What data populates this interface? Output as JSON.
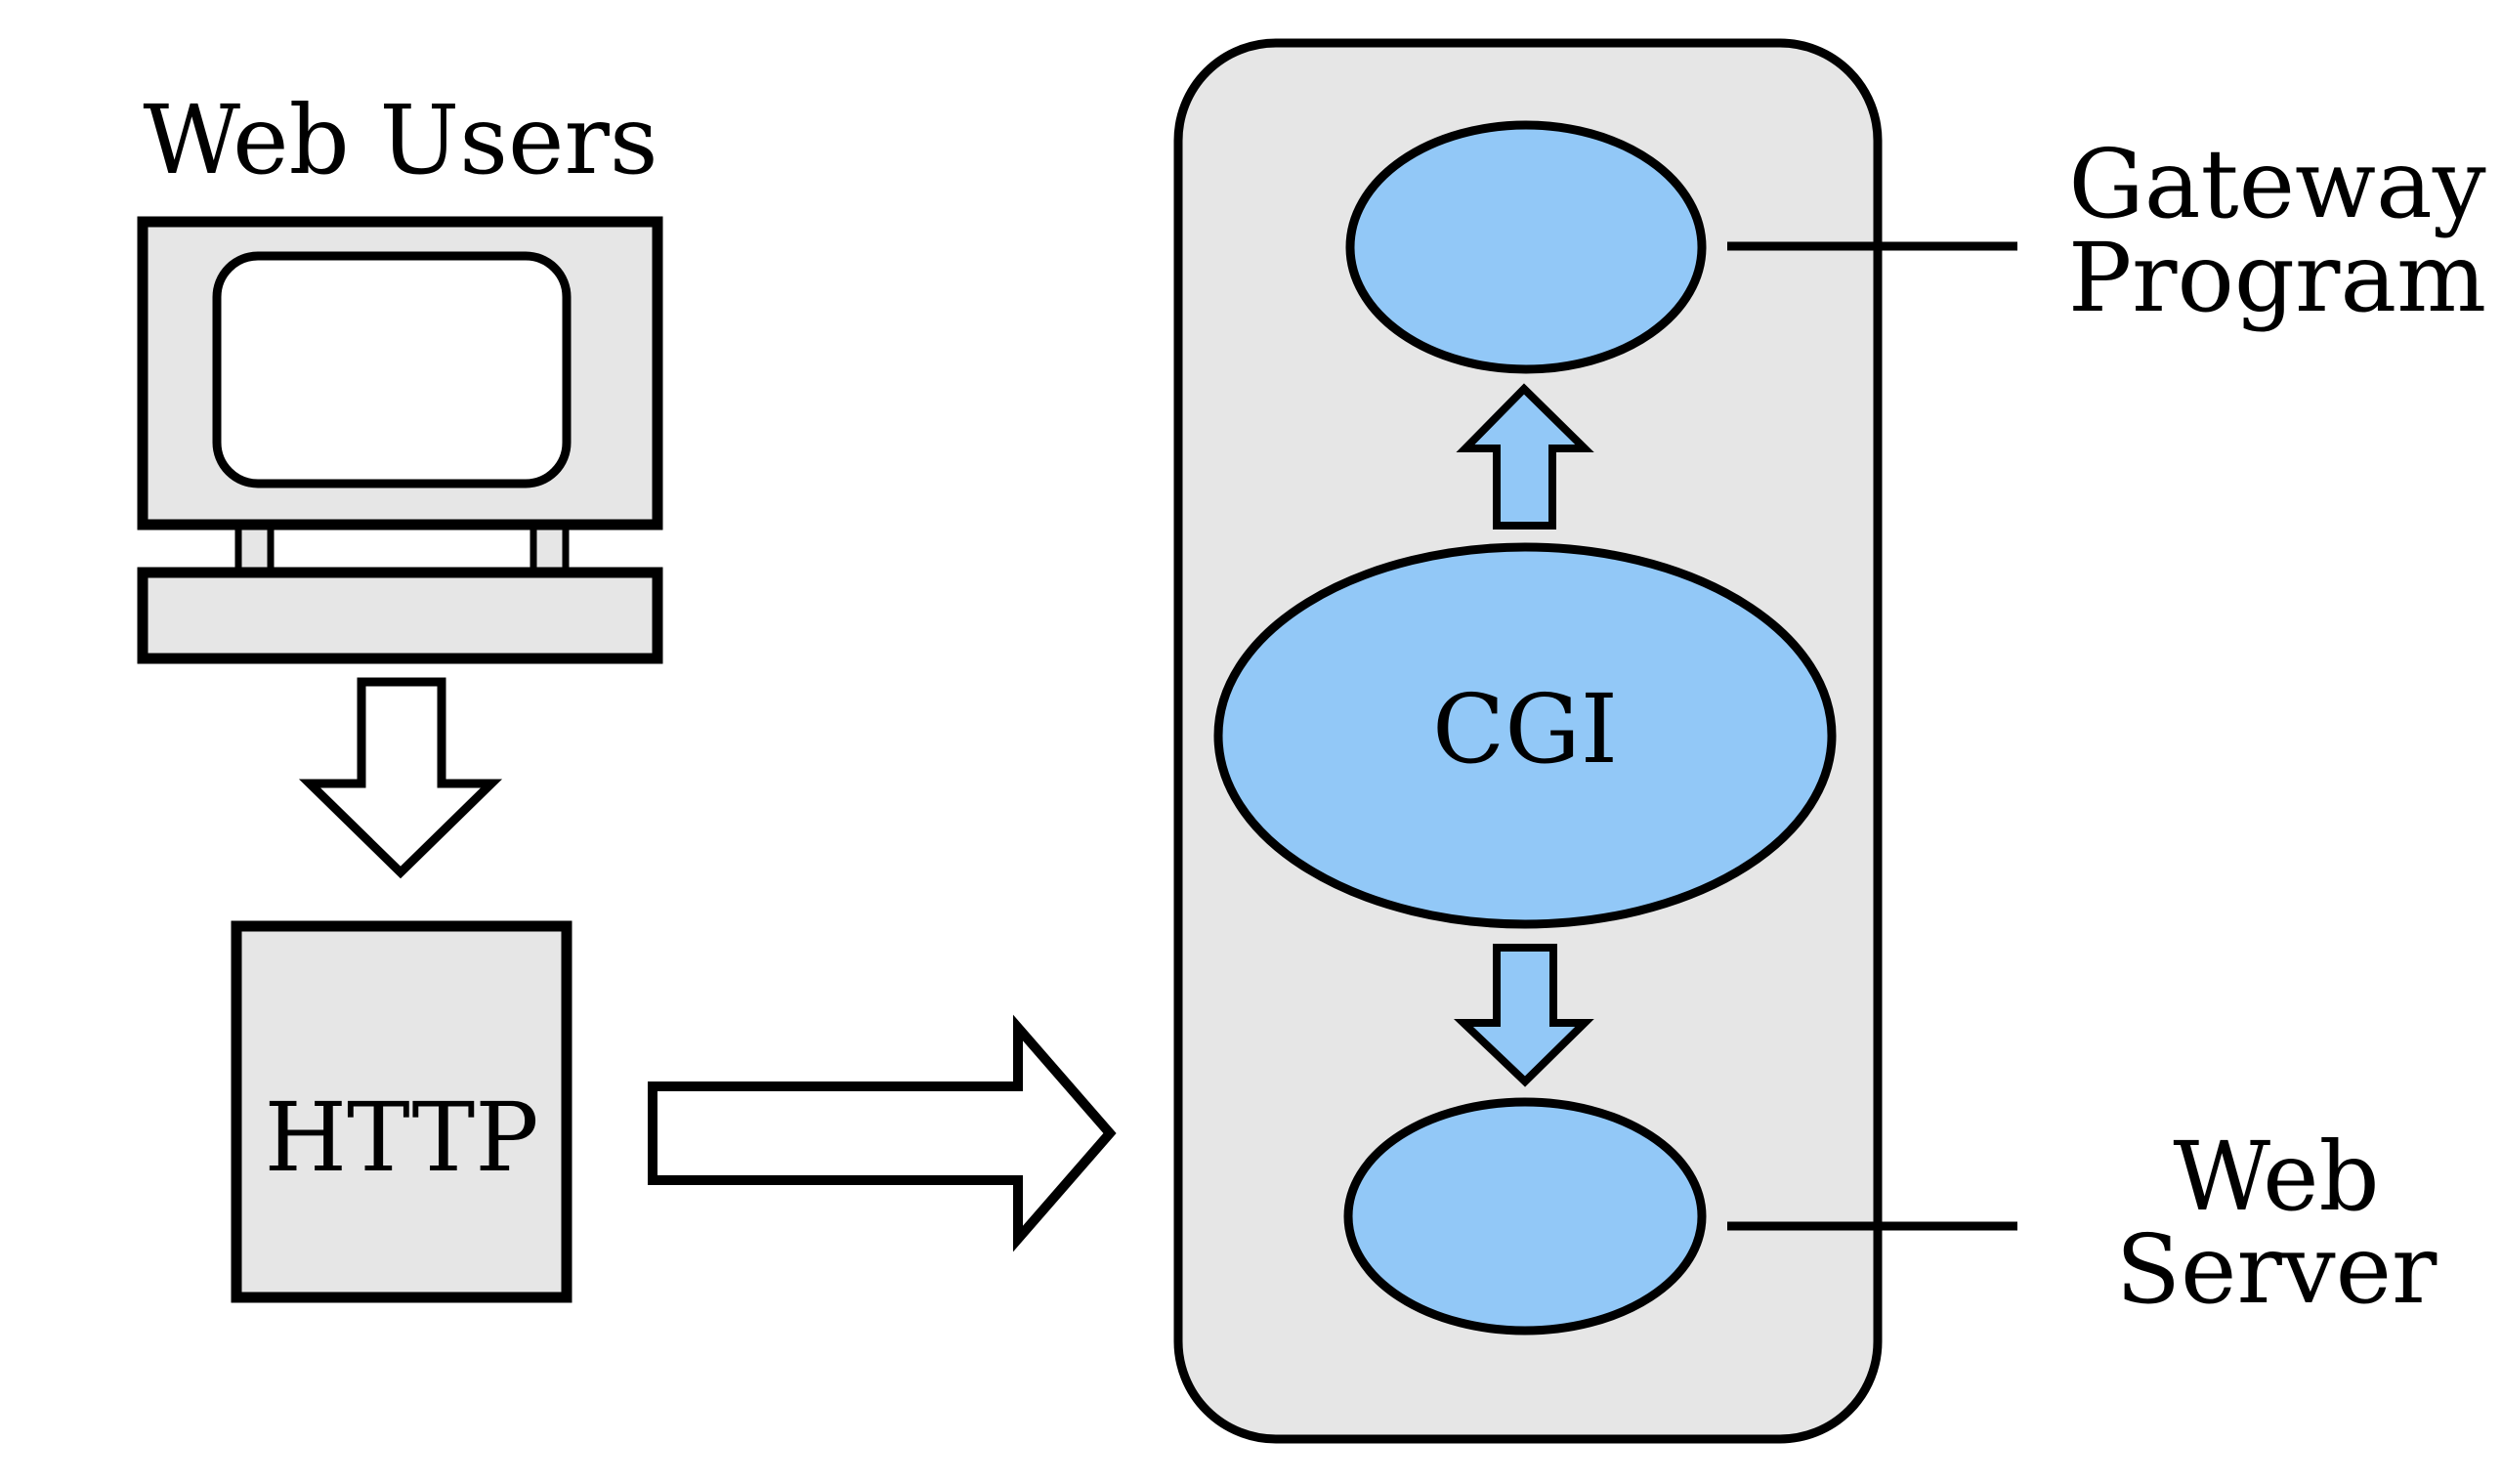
{
  "page": {
    "title": "Common Gateway Interface diagram"
  },
  "diagram": {
    "labels": {
      "web_users": "Web Users",
      "http": "HTTP",
      "cgi": "CGI",
      "gateway_program_line1": "Gateway",
      "gateway_program_line2": "Program",
      "web_server_line1": "Web",
      "web_server_line2": "Server"
    },
    "colors": {
      "container_fill": "#e6e6e6",
      "node_fill": "#92c8f7",
      "outline": "#000000",
      "background": "#ffffff",
      "text": "#000000"
    }
  }
}
